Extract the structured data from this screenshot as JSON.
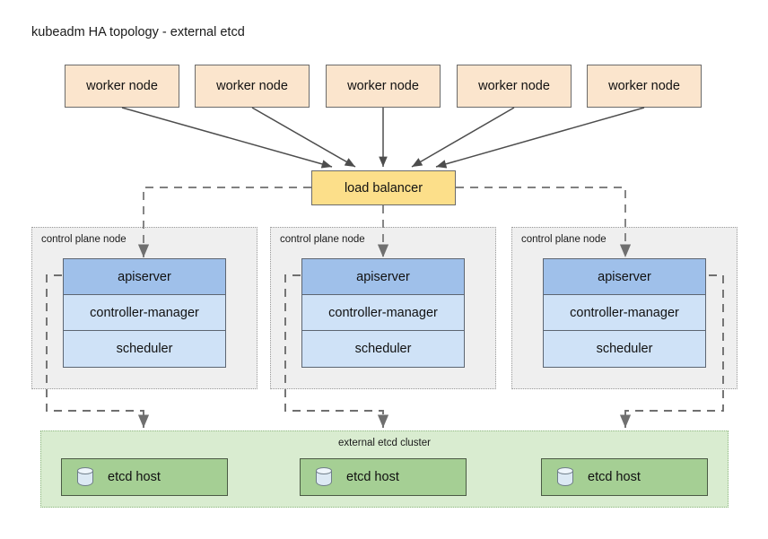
{
  "diagram": {
    "title": "kubeadm HA topology - external etcd",
    "worker_nodes": [
      {
        "label": "worker node"
      },
      {
        "label": "worker node"
      },
      {
        "label": "worker node"
      },
      {
        "label": "worker node"
      },
      {
        "label": "worker node"
      }
    ],
    "load_balancer": {
      "label": "load balancer"
    },
    "control_plane_nodes": [
      {
        "label": "control plane node",
        "components": [
          {
            "label": "apiserver"
          },
          {
            "label": "controller-manager"
          },
          {
            "label": "scheduler"
          }
        ]
      },
      {
        "label": "control plane node",
        "components": [
          {
            "label": "apiserver"
          },
          {
            "label": "controller-manager"
          },
          {
            "label": "scheduler"
          }
        ]
      },
      {
        "label": "control plane node",
        "components": [
          {
            "label": "apiserver"
          },
          {
            "label": "controller-manager"
          },
          {
            "label": "scheduler"
          }
        ]
      }
    ],
    "etcd_cluster": {
      "label": "external etcd cluster",
      "hosts": [
        {
          "label": "etcd host",
          "icon": "database-cylinder-icon"
        },
        {
          "label": "etcd host",
          "icon": "database-cylinder-icon"
        },
        {
          "label": "etcd host",
          "icon": "database-cylinder-icon"
        }
      ]
    },
    "colors": {
      "worker_fill": "#fbe5cd",
      "load_balancer_fill": "#fcdf8a",
      "apiserver_fill": "#9fc0ea",
      "component_fill": "#cfe2f7",
      "control_plane_fill": "#efefef",
      "etcd_cluster_fill": "#d9ecd0",
      "etcd_host_fill": "#a5cf94",
      "solid_edge": "#4d4d4d",
      "dashed_edge": "#808080"
    }
  }
}
